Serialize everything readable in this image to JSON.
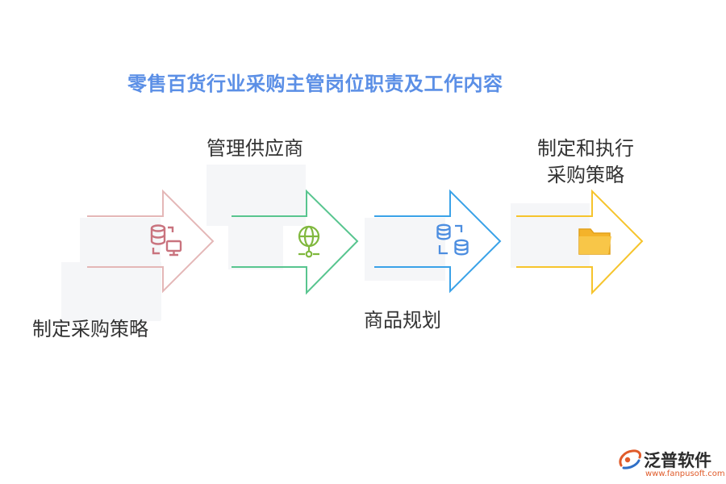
{
  "title": "零售百货行业采购主管岗位职责及工作内容",
  "steps": [
    {
      "label": "制定采购策略",
      "color": "#e4b7b7",
      "icon": "database-monitor-icon"
    },
    {
      "label": "管理供应商",
      "color": "#58c58f",
      "icon": "globe-network-icon"
    },
    {
      "label": "商品规划",
      "color": "#3aa2e8",
      "icon": "database-sync-icon"
    },
    {
      "label_lines": [
        "制定和执行",
        "采购策略"
      ],
      "color": "#f6c42c",
      "icon": "folder-icon"
    }
  ],
  "logo": {
    "brand": "泛普软件",
    "url": "www.fanpusoft.com"
  }
}
